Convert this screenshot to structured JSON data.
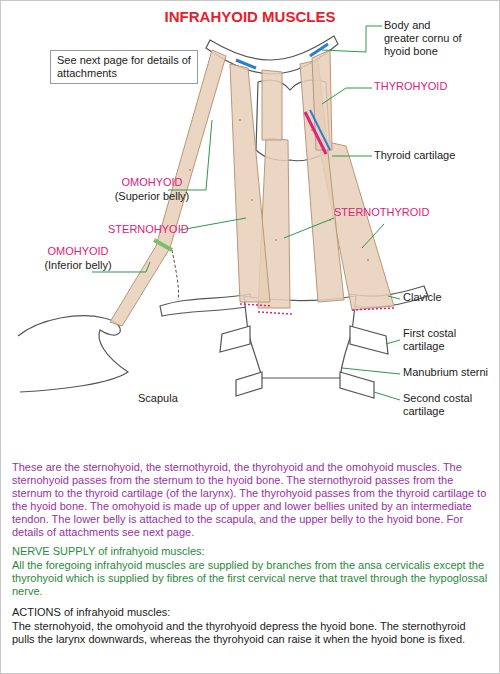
{
  "diagram": {
    "title": "INFRAHYOID MUSCLES",
    "nodes": [
      {
        "text": [
          "See next page for details of attachments"
        ]
      }
    ],
    "labels": [
      "Body and greater cornu of hyoid bone",
      "THYROHYOID",
      "Thyroid cartilage",
      "OMOHYOID",
      "(Superior belly)",
      "STERNOHYOID",
      "STERNOTHYROID",
      "OMOHYOID",
      "(Inferior belly)",
      "Clavicle",
      "First costal cartilage",
      "Manubrium sterni",
      "Second costal cartilage",
      "Scapula",
      "These are the sternohyoid, the sternothyroid, the thyrohyoid and the omohyoid muscles. The sternohyoid passes from the sternum to the hyoid bone. The sternothyroid passes from the sternum to the thyroid cartilage (of the larynx). The thyrohyoid passes from the thyroid cartilage to the hyoid bone. The omohyoid is made up of upper and lower bellies united by an intermediate tendon. The lower belly is attached to the scapula, and the upper belly to the hyoid bone. For details of attachments see next page.",
      "NERVE SUPPLY of infrahyoid muscles:",
      "All the foregoing infrahyoid muscles are supplied by branches from the ansa cervicalis except the thyrohyoid which is supplied by fibres of the first cervical nerve that travel through the hypoglossal nerve.",
      "ACTIONS of infrahyoid muscles:",
      "The sternohyoid, the omohyoid and the thyrohyoid depress the hyoid bone. The sternothyroid pulls the larynx downwards, whereas the thyrohyoid can raise it when the hyoid bone is fixed."
    ]
  }
}
